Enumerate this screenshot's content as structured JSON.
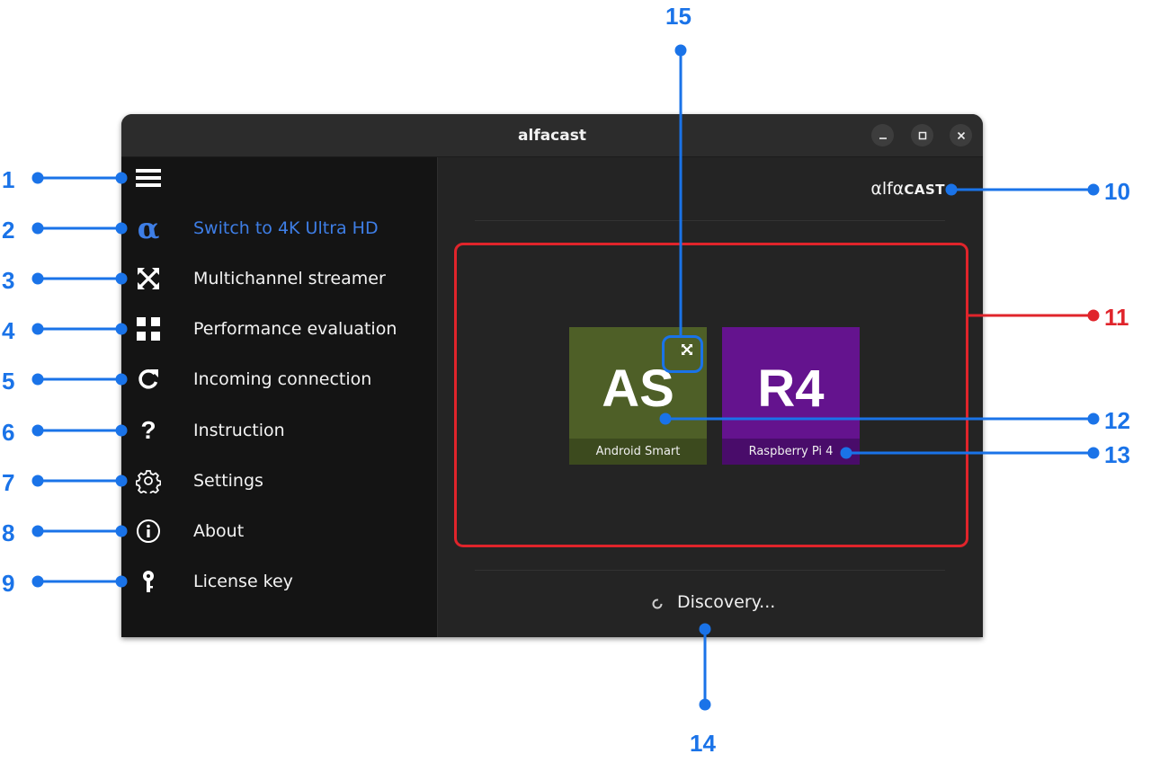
{
  "window": {
    "title": "alfacast"
  },
  "sidebar": {
    "items": [
      {
        "label": "",
        "icon": "hamburger-menu-icon"
      },
      {
        "label": "Switch to 4K Ultra HD",
        "icon": "alpha-icon",
        "accent": "#3e7ee6"
      },
      {
        "label": "Multichannel streamer",
        "icon": "multichannel-icon"
      },
      {
        "label": "Performance evaluation",
        "icon": "grid-icon"
      },
      {
        "label": "Incoming connection",
        "icon": "refresh-icon"
      },
      {
        "label": "Instruction",
        "icon": "question-icon"
      },
      {
        "label": "Settings",
        "icon": "gear-icon"
      },
      {
        "label": "About",
        "icon": "info-icon"
      },
      {
        "label": "License key",
        "icon": "key-icon"
      }
    ]
  },
  "main": {
    "brand": {
      "main": "αlfα",
      "suffix": "CAST"
    },
    "devices": [
      {
        "initials": "AS",
        "name": "Android Smart",
        "color": "#4e5f27",
        "badge": "multichannel-icon"
      },
      {
        "initials": "R4",
        "name": "Raspberry Pi 4",
        "color": "#64138e"
      }
    ],
    "status": "Discovery..."
  },
  "callouts": [
    "1",
    "2",
    "3",
    "4",
    "5",
    "6",
    "7",
    "8",
    "9",
    "10",
    "11",
    "12",
    "13",
    "14",
    "15"
  ],
  "colors": {
    "callout_blue": "#1a73e8",
    "callout_red": "#e0242b",
    "highlight_box": "#e0242b"
  }
}
